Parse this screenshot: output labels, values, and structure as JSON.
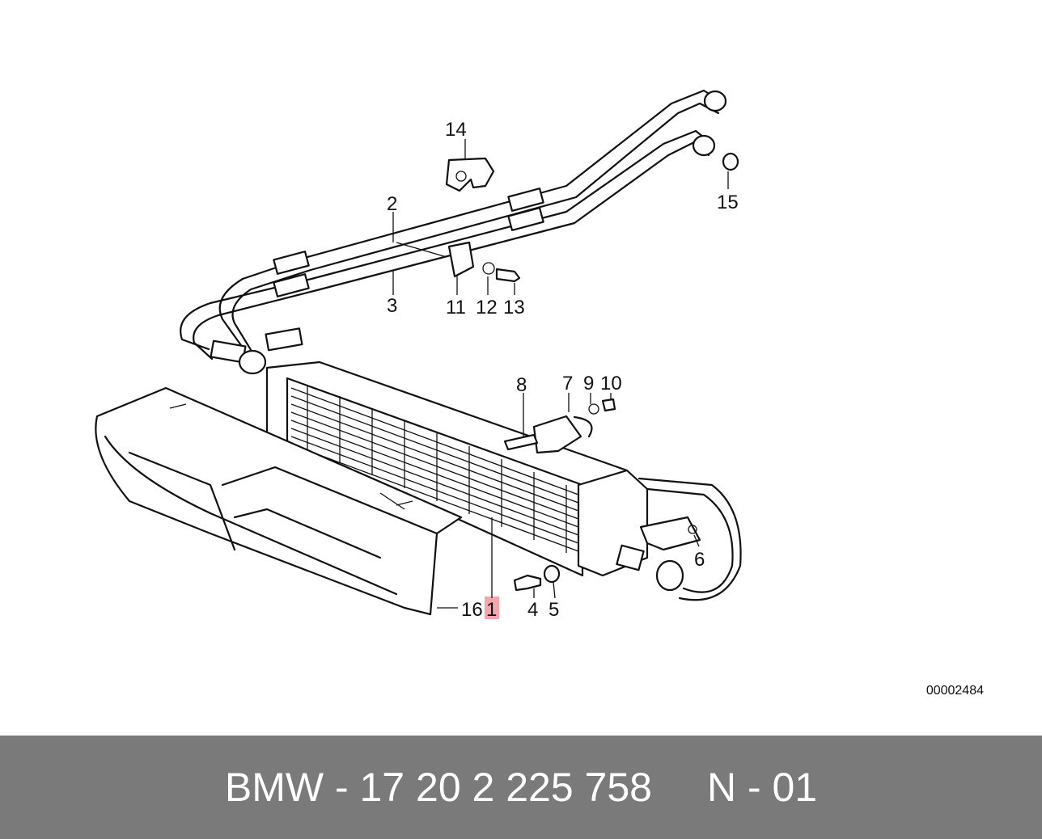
{
  "diagram": {
    "callouts": [
      {
        "id": "1",
        "label": "1",
        "highlight": true
      },
      {
        "id": "2",
        "label": "2"
      },
      {
        "id": "3",
        "label": "3"
      },
      {
        "id": "4",
        "label": "4"
      },
      {
        "id": "5",
        "label": "5"
      },
      {
        "id": "6",
        "label": "6"
      },
      {
        "id": "7",
        "label": "7"
      },
      {
        "id": "8",
        "label": "8"
      },
      {
        "id": "9",
        "label": "9"
      },
      {
        "id": "10",
        "label": "10"
      },
      {
        "id": "11",
        "label": "11"
      },
      {
        "id": "12",
        "label": "12"
      },
      {
        "id": "13",
        "label": "13"
      },
      {
        "id": "14",
        "label": "14"
      },
      {
        "id": "15",
        "label": "15"
      },
      {
        "id": "16",
        "label": "16"
      }
    ],
    "diagram_number": "00002484",
    "highlight_color": "#f4a6ad"
  },
  "footer": {
    "part_label": "BMW - 17 20 2 225 758",
    "position_label": "N - 01",
    "background_color": "#7a7a7a"
  }
}
